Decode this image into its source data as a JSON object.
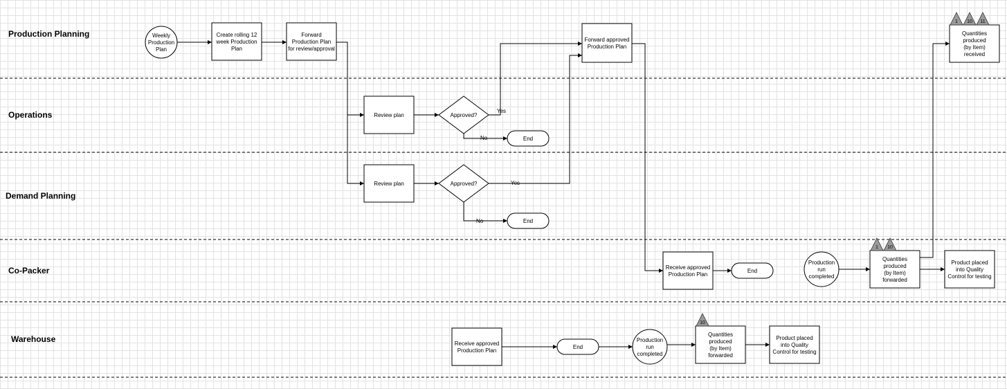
{
  "lanes": [
    {
      "id": "lane-production-planning",
      "label": "Production Planning"
    },
    {
      "id": "lane-operations",
      "label": "Operations"
    },
    {
      "id": "lane-demand-planning",
      "label": "Demand Planning"
    },
    {
      "id": "lane-co-packer",
      "label": "Co-Packer"
    },
    {
      "id": "lane-warehouse",
      "label": "Warehouse"
    }
  ],
  "nodes": {
    "pp_start": {
      "type": "circle",
      "lines": [
        "Weekly",
        "Production",
        "Plan"
      ]
    },
    "pp_create": {
      "type": "rect",
      "lines": [
        "Create rolling 12",
        "week Production",
        "Plan"
      ]
    },
    "pp_forward": {
      "type": "rect",
      "lines": [
        "Forward",
        "Production Plan",
        "for review/approval"
      ]
    },
    "pp_forward_approved": {
      "type": "rect",
      "lines": [
        "Forward approved",
        "Production Plan"
      ]
    },
    "pp_received": {
      "type": "rect",
      "lines": [
        "Quantities",
        "produced",
        "(by Item)",
        "received"
      ]
    },
    "op_review": {
      "type": "rect",
      "lines": [
        "Review plan"
      ]
    },
    "op_approved": {
      "type": "diamond",
      "lines": [
        "Approved?"
      ]
    },
    "op_end": {
      "type": "terminal",
      "lines": [
        "End"
      ]
    },
    "dp_review": {
      "type": "rect",
      "lines": [
        "Review plan"
      ]
    },
    "dp_approved": {
      "type": "diamond",
      "lines": [
        "Approved?"
      ]
    },
    "dp_end": {
      "type": "terminal",
      "lines": [
        "End"
      ]
    },
    "cp_receive": {
      "type": "rect",
      "lines": [
        "Receive approved",
        "Production Plan"
      ]
    },
    "cp_end": {
      "type": "terminal",
      "lines": [
        "End"
      ]
    },
    "cp_run": {
      "type": "circle",
      "lines": [
        "Production",
        "run",
        "completed"
      ]
    },
    "cp_forwarded": {
      "type": "rect",
      "lines": [
        "Quantities",
        "produced",
        "(by Item)",
        "forwarded"
      ]
    },
    "cp_qc": {
      "type": "rect",
      "lines": [
        "Product placed",
        "into Quality",
        "Control for testing"
      ]
    },
    "wh_receive": {
      "type": "rect",
      "lines": [
        "Receive approved",
        "Production Plan"
      ]
    },
    "wh_end": {
      "type": "terminal",
      "lines": [
        "End"
      ]
    },
    "wh_run": {
      "type": "circle",
      "lines": [
        "Production",
        "run",
        "completed"
      ]
    },
    "wh_forwarded": {
      "type": "rect",
      "lines": [
        "Quantities",
        "produced",
        "(by Item)",
        "forwarded"
      ]
    },
    "wh_qc": {
      "type": "rect",
      "lines": [
        "Product placed",
        "into Quality",
        "Control for testing"
      ]
    }
  },
  "edges": [
    {
      "from": "pp_start",
      "to": "pp_create",
      "label": ""
    },
    {
      "from": "pp_create",
      "to": "pp_forward",
      "label": ""
    },
    {
      "from": "pp_forward",
      "to": "op_review",
      "label": ""
    },
    {
      "from": "pp_forward",
      "to": "dp_review",
      "label": ""
    },
    {
      "from": "op_review",
      "to": "op_approved",
      "label": ""
    },
    {
      "from": "op_approved",
      "to": "pp_forward_approved",
      "label": "Yes"
    },
    {
      "from": "op_approved",
      "to": "op_end",
      "label": "No"
    },
    {
      "from": "dp_review",
      "to": "dp_approved",
      "label": ""
    },
    {
      "from": "dp_approved",
      "to": "pp_forward_approved",
      "label": "Yes"
    },
    {
      "from": "dp_approved",
      "to": "dp_end",
      "label": "No"
    },
    {
      "from": "pp_forward_approved",
      "to": "cp_receive",
      "label": ""
    },
    {
      "from": "cp_receive",
      "to": "cp_end",
      "label": ""
    },
    {
      "from": "cp_run",
      "to": "cp_forwarded",
      "label": ""
    },
    {
      "from": "cp_forwarded",
      "to": "pp_received",
      "label": ""
    },
    {
      "from": "cp_forwarded",
      "to": "cp_qc",
      "label": ""
    },
    {
      "from": "wh_receive",
      "to": "wh_end",
      "label": ""
    },
    {
      "from": "wh_end",
      "to": "wh_run",
      "label": ""
    },
    {
      "from": "wh_run",
      "to": "wh_forwarded",
      "label": ""
    },
    {
      "from": "wh_forwarded",
      "to": "wh_qc",
      "label": ""
    }
  ],
  "badges": [
    {
      "node": "pp_received",
      "labels": [
        "1",
        "10",
        "11"
      ]
    },
    {
      "node": "cp_forwarded",
      "labels": [
        "1",
        "10"
      ]
    },
    {
      "node": "wh_forwarded",
      "labels": [
        "10"
      ]
    }
  ],
  "edge_labels": {
    "op_yes": "Yes",
    "op_no": "No",
    "dp_yes": "Yes",
    "dp_no": "No"
  }
}
